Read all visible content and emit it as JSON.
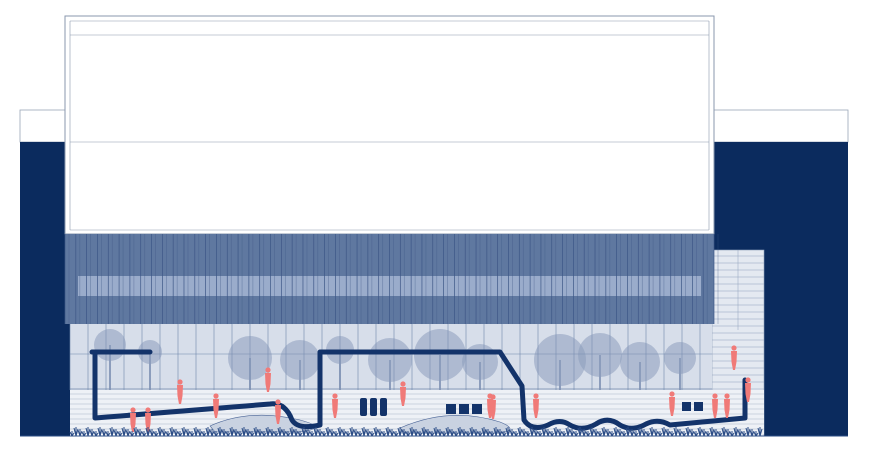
{
  "drawing": {
    "type": "architectural-elevation",
    "colors": {
      "background": "#ffffff",
      "navy": "#0b2b5e",
      "linework": "#6f86aa",
      "fin_panel": "#5f78a0",
      "fin_band": "#9aaccb",
      "glazing": "#d7deea",
      "tree": "#7f92b4",
      "pipe": "#13336a",
      "figure": "#f07a78",
      "grass": "#2b4c86"
    },
    "figure_count": 16,
    "fin_count": 60,
    "icons": [
      "person-figure-icon",
      "tree-icon",
      "bench-icon",
      "bollard-icon",
      "grass-icon"
    ]
  }
}
